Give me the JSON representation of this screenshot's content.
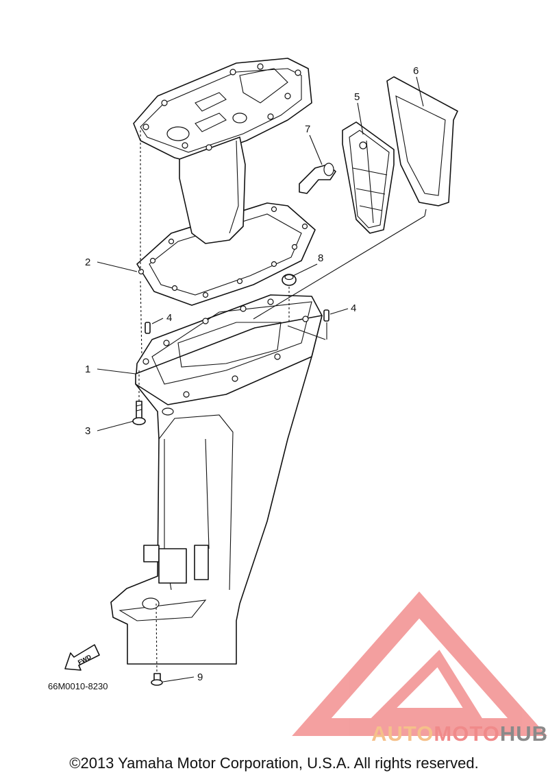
{
  "diagram": {
    "drawing_code": "66M0010-8230",
    "fwd_label": "FWD",
    "callouts": [
      {
        "id": "c1",
        "label": "1"
      },
      {
        "id": "c2",
        "label": "2"
      },
      {
        "id": "c3",
        "label": "3"
      },
      {
        "id": "c4a",
        "label": "4"
      },
      {
        "id": "c4b",
        "label": "4"
      },
      {
        "id": "c5",
        "label": "5"
      },
      {
        "id": "c6",
        "label": "6"
      },
      {
        "id": "c7",
        "label": "7"
      },
      {
        "id": "c8",
        "label": "8"
      },
      {
        "id": "c9",
        "label": "9"
      }
    ]
  },
  "watermark": {
    "part1": "AUTO",
    "part2": "MOTO",
    "part3": "HUB",
    "colors": {
      "auto": "#f5c08a",
      "moto": "#f08a8a",
      "hub": "#8a8a8a",
      "logo": "#f08080"
    }
  },
  "copyright": "©2013 Yamaha Motor Corporation, U.S.A. All rights reserved."
}
